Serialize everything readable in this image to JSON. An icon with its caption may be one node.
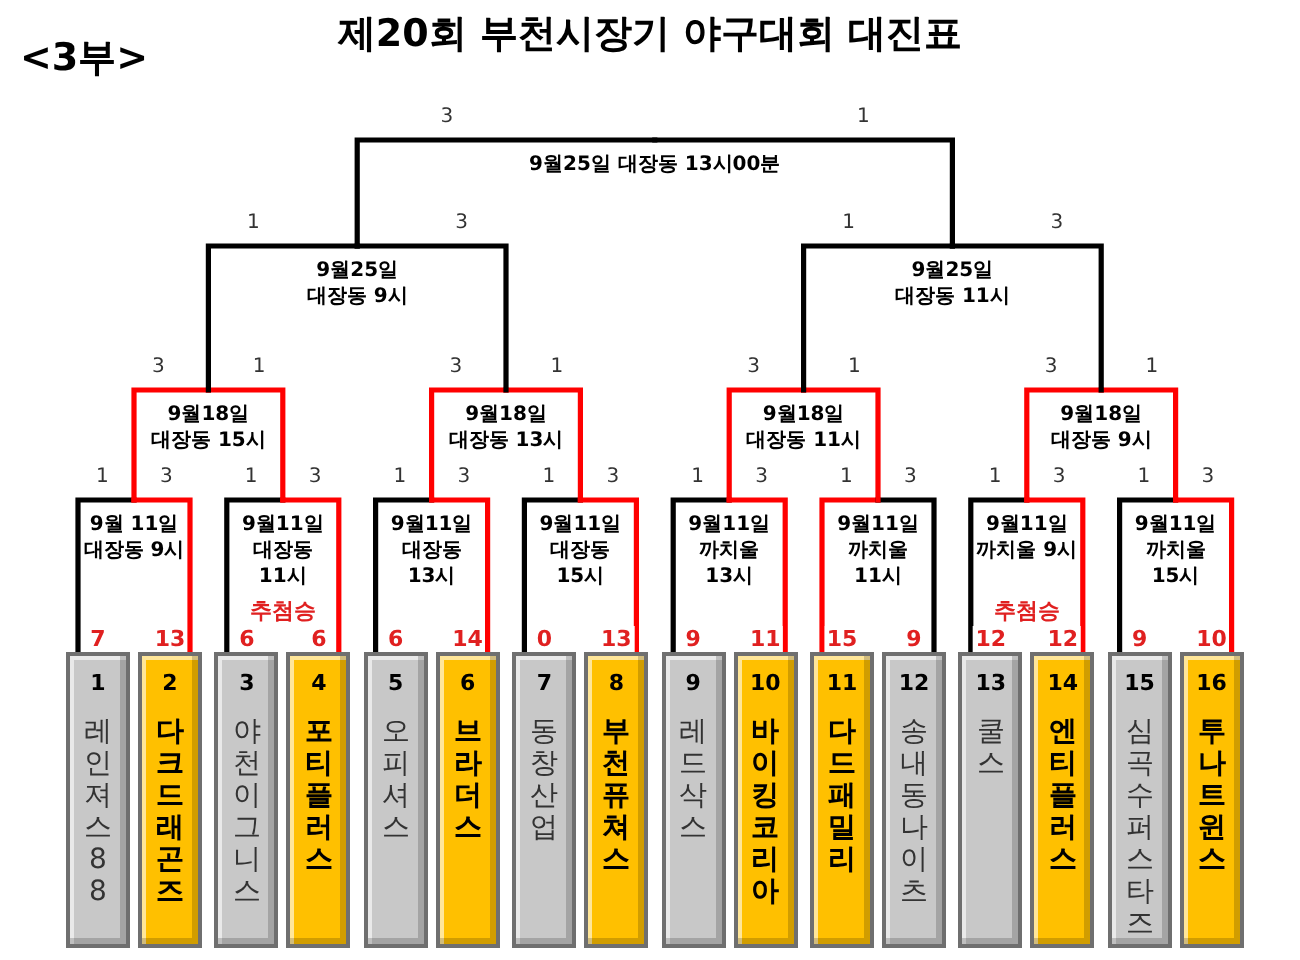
{
  "diagram": {
    "title": "제20회 부천시장기 야구대회 대진표",
    "nodes": [
      {
        "text": [
          "9월25일 대장동 13시00분"
        ]
      },
      {
        "text": [
          "9월25일 대장동 9시"
        ]
      },
      {
        "text": [
          "9월25일 대장동 11시"
        ]
      },
      {
        "text": [
          "9월18일 대장동 15시"
        ]
      },
      {
        "text": [
          "9월18일 대장동 13시"
        ]
      },
      {
        "text": [
          "9월18일 대장동 11시"
        ]
      },
      {
        "text": [
          "9월18일 대장동 9시"
        ]
      },
      {
        "text": [
          "9월 11일 대장동 9시"
        ]
      },
      {
        "text": [
          "9월11일 대장동 11시"
        ]
      },
      {
        "text": [
          "9월11일 대장동 13시"
        ]
      },
      {
        "text": [
          "9월11일 대장동 15시"
        ]
      },
      {
        "text": [
          "9월11일 까치울 13시"
        ]
      },
      {
        "text": [
          "9월11일 까치울 11시"
        ]
      },
      {
        "text": [
          "9월11일 까치울 9시"
        ]
      },
      {
        "text": [
          "9월11일 까치울 15시"
        ]
      },
      {
        "text": [
          "1",
          "레인져스88"
        ],
        "beside": [
          "7"
        ]
      },
      {
        "text": [
          "2",
          "다크드래곤즈"
        ],
        "beside": [
          "13"
        ]
      },
      {
        "text": [
          "3",
          "야천이그니스"
        ],
        "beside": [
          "6"
        ]
      },
      {
        "text": [
          "4",
          "포티플러스"
        ],
        "beside": [
          "6"
        ]
      },
      {
        "text": [
          "5",
          "오피셔스"
        ],
        "beside": [
          "6"
        ]
      },
      {
        "text": [
          "6",
          "브라더스"
        ],
        "beside": [
          "14"
        ]
      },
      {
        "text": [
          "7",
          "동창산업"
        ],
        "beside": [
          "0"
        ]
      },
      {
        "text": [
          "8",
          "부천퓨쳐스"
        ],
        "beside": [
          "13"
        ]
      },
      {
        "text": [
          "9",
          "레드삭스"
        ],
        "beside": [
          "9"
        ]
      },
      {
        "text": [
          "10",
          "바이킹코리아"
        ],
        "beside": [
          "11"
        ]
      },
      {
        "text": [
          "11",
          "다드패밀리"
        ],
        "beside": [
          "15"
        ]
      },
      {
        "text": [
          "12",
          "송내동 나이츠"
        ],
        "beside": [
          "9"
        ]
      },
      {
        "text": [
          "13",
          "쿨스"
        ],
        "beside": [
          "12"
        ]
      },
      {
        "text": [
          "14",
          "엔티플러스"
        ],
        "beside": [
          "12"
        ]
      },
      {
        "text": [
          "15",
          "심곡수퍼스타즈"
        ],
        "beside": [
          "9"
        ]
      },
      {
        "text": [
          "16",
          "투나트윈스"
        ],
        "beside": [
          "10"
        ]
      }
    ],
    "edges": [
      {
        "from": 15,
        "to": 7,
        "arrow": "none",
        "label": "1",
        "color": "#000000"
      },
      {
        "from": 16,
        "to": 7,
        "arrow": "none",
        "label": "3"
      },
      {
        "from": 17,
        "to": 8,
        "arrow": "none",
        "label": "1",
        "color": "#000000"
      },
      {
        "from": 18,
        "to": 8,
        "arrow": "none",
        "label": "3"
      },
      {
        "from": 19,
        "to": 9,
        "arrow": "none",
        "label": "1",
        "color": "#000000"
      },
      {
        "from": 20,
        "to": 9,
        "arrow": "none",
        "label": "3"
      },
      {
        "from": 21,
        "to": 10,
        "arrow": "none",
        "label": "1",
        "color": "#000000"
      },
      {
        "from": 22,
        "to": 10,
        "arrow": "none",
        "label": "3"
      },
      {
        "from": 23,
        "to": 11,
        "arrow": "none",
        "label": "1",
        "color": "#000000"
      },
      {
        "from": 24,
        "to": 11,
        "arrow": "none",
        "label": "3"
      },
      {
        "from": 25,
        "to": 12,
        "arrow": "none",
        "label": "1"
      },
      {
        "from": 26,
        "to": 12,
        "arrow": "none",
        "label": "3",
        "color": "#000000"
      },
      {
        "from": 27,
        "to": 13,
        "arrow": "none",
        "label": "1",
        "color": "#000000"
      },
      {
        "from": 28,
        "to": 13,
        "arrow": "none",
        "label": "3"
      },
      {
        "from": 29,
        "to": 14,
        "arrow": "none",
        "label": "1",
        "color": "#000000"
      },
      {
        "from": 30,
        "to": 14,
        "arrow": "none",
        "label": "3"
      },
      {
        "from": 7,
        "to": 3,
        "arrow": "none",
        "label": "3"
      },
      {
        "from": 8,
        "to": 3,
        "arrow": "none",
        "label": "1"
      },
      {
        "from": 9,
        "to": 4,
        "arrow": "none",
        "label": "3"
      },
      {
        "from": 10,
        "to": 4,
        "arrow": "none",
        "label": "1"
      },
      {
        "from": 11,
        "to": 5,
        "arrow": "none",
        "label": "3"
      },
      {
        "from": 12,
        "to": 5,
        "arrow": "none",
        "label": "1"
      },
      {
        "from": 13,
        "to": 6,
        "arrow": "none",
        "label": "3"
      },
      {
        "from": 14,
        "to": 6,
        "arrow": "none",
        "label": "1"
      },
      {
        "from": 3,
        "to": 1,
        "arrow": "none",
        "label": "1",
        "color": "#000000"
      },
      {
        "from": 4,
        "to": 1,
        "arrow": "none",
        "label": "3",
        "color": "#000000"
      },
      {
        "from": 5,
        "to": 2,
        "arrow": "none",
        "label": "1",
        "color": "#000000"
      },
      {
        "from": 6,
        "to": 2,
        "arrow": "none",
        "label": "3",
        "color": "#000000"
      },
      {
        "from": 1,
        "to": 0,
        "arrow": "none",
        "label": "3",
        "color": "#000000"
      },
      {
        "from": 2,
        "to": 0,
        "arrow": "none",
        "label": "1",
        "color": "#000000"
      }
    ],
    "labels": [
      "<3부>",
      "추첨승",
      "추첨승"
    ]
  }
}
